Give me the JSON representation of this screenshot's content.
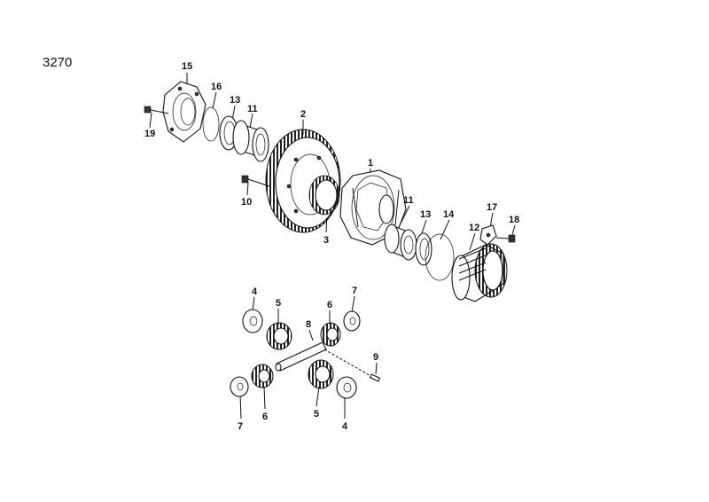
{
  "diagram_code": "3270",
  "callouts": [
    {
      "key": "15",
      "label": "15"
    },
    {
      "key": "16",
      "label": "16"
    },
    {
      "key": "13a",
      "label": "13"
    },
    {
      "key": "11a",
      "label": "11"
    },
    {
      "key": "19",
      "label": "19"
    },
    {
      "key": "2",
      "label": "2"
    },
    {
      "key": "1",
      "label": "1"
    },
    {
      "key": "10",
      "label": "10"
    },
    {
      "key": "11b",
      "label": "11"
    },
    {
      "key": "13b",
      "label": "13"
    },
    {
      "key": "14",
      "label": "14"
    },
    {
      "key": "17",
      "label": "17"
    },
    {
      "key": "18",
      "label": "18"
    },
    {
      "key": "3",
      "label": "3"
    },
    {
      "key": "12",
      "label": "12"
    },
    {
      "key": "4a",
      "label": "4"
    },
    {
      "key": "5a",
      "label": "5"
    },
    {
      "key": "6a",
      "label": "6"
    },
    {
      "key": "7a",
      "label": "7"
    },
    {
      "key": "8",
      "label": "8"
    },
    {
      "key": "9",
      "label": "9"
    },
    {
      "key": "7b",
      "label": "7"
    },
    {
      "key": "6b",
      "label": "6"
    },
    {
      "key": "5b",
      "label": "5"
    },
    {
      "key": "4b",
      "label": "4"
    }
  ]
}
